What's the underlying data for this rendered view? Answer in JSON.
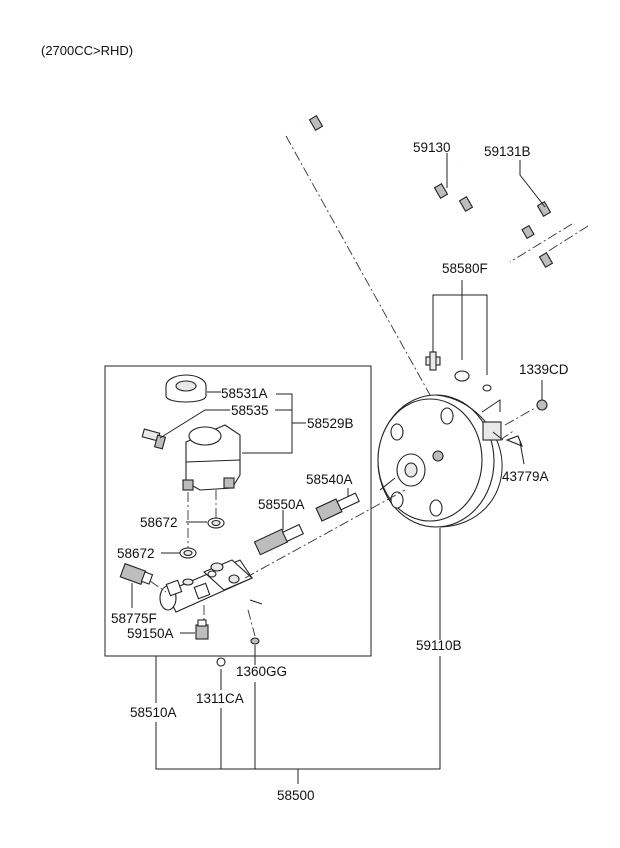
{
  "header": {
    "variant": "(2700CC>RHD)"
  },
  "labels": {
    "p59130": "59130",
    "p59131B": "59131B",
    "p58580F": "58580F",
    "p1339CD": "1339CD",
    "p43779A": "43779A",
    "p58531A": "58531A",
    "p58535": "58535",
    "p58529B": "58529B",
    "p58540A": "58540A",
    "p58550A": "58550A",
    "p58672a": "58672",
    "p58672b": "58672",
    "p58775F": "58775F",
    "p59150A": "59150A",
    "p1360GG": "1360GG",
    "p1311CA": "1311CA",
    "p58510A": "58510A",
    "p59110B": "59110B",
    "p58500": "58500"
  },
  "colors": {
    "line": "#222222",
    "shade": "#bdbdbd",
    "background": "#ffffff"
  }
}
